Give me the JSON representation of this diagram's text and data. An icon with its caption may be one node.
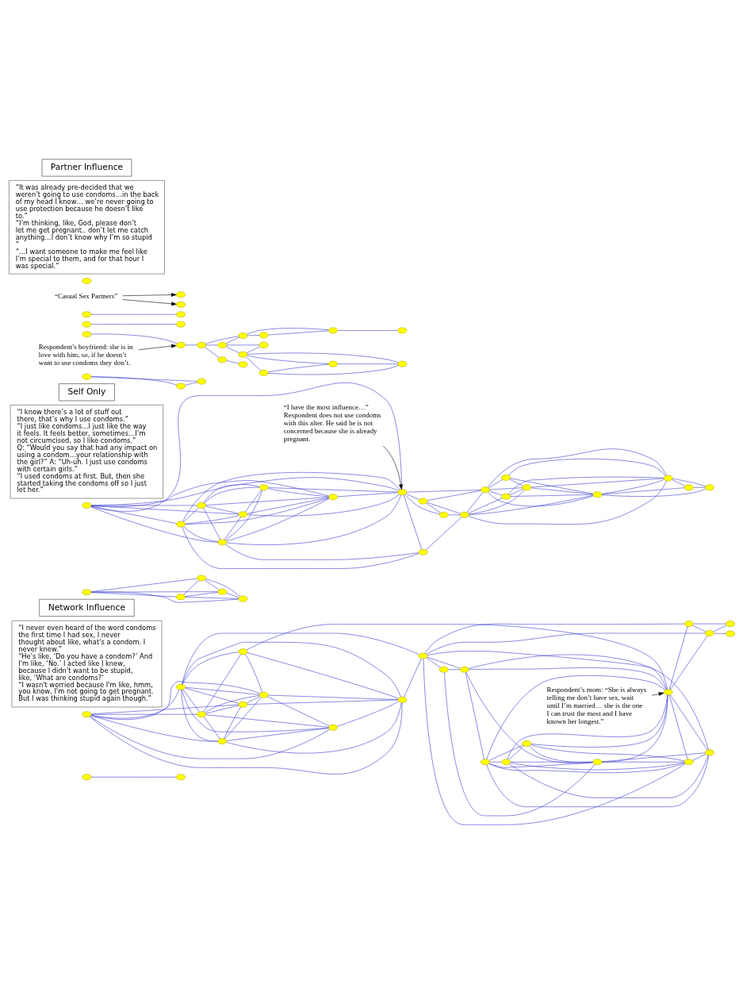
{
  "diagram": {
    "nodes": [
      {
        "text": [
          "Partner Influence"
        ]
      },
      {
        "text": [
          "“Casual Sex Partners”"
        ]
      },
      {
        "text": [
          "Respondent’s boyfriend: she is in love with him, so, if he doesn’t want to use condoms they don’t."
        ]
      },
      {
        "text": [
          "“It was already pre-decided that we weren’t going to use condoms…in the back of my head I know… we’re never going to use protection because he doesn’t like to.”",
          "“I’m thinking, like, God, please don’t let me get pregnant.. don’t let me catch anything…I don’t know why I’m so stupid ”",
          "“…I want someone to make me feel like I’m special to them, and for that hour I was special.”"
        ]
      },
      {
        "text": [],
        "shape": "ellipse"
      },
      {
        "text": [],
        "shape": "ellipse"
      },
      {
        "text": [],
        "shape": "ellipse"
      },
      {
        "text": [],
        "shape": "ellipse"
      },
      {
        "text": [],
        "shape": "ellipse"
      },
      {
        "text": [],
        "shape": "ellipse"
      },
      {
        "text": [],
        "shape": "ellipse"
      },
      {
        "text": [],
        "shape": "ellipse"
      },
      {
        "text": [],
        "shape": "ellipse"
      },
      {
        "text": [],
        "shape": "ellipse"
      },
      {
        "text": [],
        "shape": "ellipse"
      },
      {
        "text": [],
        "shape": "ellipse"
      },
      {
        "text": [],
        "shape": "ellipse"
      },
      {
        "text": [],
        "shape": "ellipse"
      },
      {
        "text": [],
        "shape": "ellipse"
      },
      {
        "text": [],
        "shape": "ellipse"
      },
      {
        "text": [],
        "shape": "ellipse"
      },
      {
        "text": [],
        "shape": "ellipse"
      },
      {
        "text": [],
        "shape": "ellipse"
      },
      {
        "text": [],
        "shape": "ellipse"
      },
      {
        "text": [],
        "shape": "ellipse"
      },
      {
        "text": [],
        "shape": "ellipse"
      },
      {
        "text": [],
        "shape": "ellipse"
      },
      {
        "text": [],
        "shape": "ellipse"
      },
      {
        "text": [],
        "shape": "ellipse"
      },
      {
        "text": [
          "Self Only"
        ]
      },
      {
        "text": [
          "“I have the most influence…” Respondent does not use condoms with this alter. He said he is not concerned because she is already pregnant."
        ]
      },
      {
        "text": [
          "“I know there’s a lot of stuff out there, that’s why I use condoms.”",
          "“I just like condoms…I just like the way it feels. It feels better, sometimes…I’m not circumcised, so I like condoms.”",
          "Q: “Would you say that had any impact on using a condom…your relationship with the girl?” A: “Uh-uh. I just use condoms with certain girls.”",
          "“I used condoms at first. But, then she started taking the condoms off so I just let her.”"
        ]
      },
      {
        "text": [],
        "shape": "ellipse"
      },
      {
        "text": [],
        "shape": "ellipse"
      },
      {
        "text": [],
        "shape": "ellipse"
      },
      {
        "text": [],
        "shape": "ellipse"
      },
      {
        "text": [],
        "shape": "ellipse"
      },
      {
        "text": [],
        "shape": "ellipse"
      },
      {
        "text": [],
        "shape": "ellipse"
      },
      {
        "text": [],
        "shape": "ellipse"
      },
      {
        "text": [],
        "shape": "ellipse"
      },
      {
        "text": [],
        "shape": "ellipse"
      },
      {
        "text": [],
        "shape": "ellipse"
      },
      {
        "text": [],
        "shape": "ellipse"
      },
      {
        "text": [],
        "shape": "ellipse"
      },
      {
        "text": [],
        "shape": "ellipse"
      },
      {
        "text": [],
        "shape": "ellipse"
      },
      {
        "text": [],
        "shape": "ellipse"
      },
      {
        "text": [],
        "shape": "ellipse"
      },
      {
        "text": [],
        "shape": "ellipse"
      },
      {
        "text": [],
        "shape": "ellipse"
      },
      {
        "text": [],
        "shape": "ellipse"
      },
      {
        "text": [],
        "shape": "ellipse"
      },
      {
        "text": [],
        "shape": "ellipse"
      },
      {
        "text": [],
        "shape": "ellipse"
      },
      {
        "text": [],
        "shape": "ellipse"
      },
      {
        "text": [],
        "shape": "ellipse"
      },
      {
        "text": [
          "Network Influence"
        ]
      },
      {
        "text": [
          "Respondent’s mom: “She is always telling me don’t have sex, wait until I’m married… she is the one I can trust the most and I have known her longest.”"
        ]
      },
      {
        "text": [
          "“I never even heard of the word condoms the first time I had sex, I never thought about like, what's a condom. I never knew.”",
          "“He's like, ‘Do you have a condom?’ And I'm like, ‘No.’ I acted like I knew, because I didn't want to be stupid, like, ‘What are condoms?’",
          "“I wasn't worried because I'm like, hmm, you know, I'm not going to get pregnant. But I was thinking stupid again though.”"
        ]
      },
      {
        "text": [],
        "shape": "ellipse"
      },
      {
        "text": [],
        "shape": "ellipse"
      },
      {
        "text": [],
        "shape": "ellipse"
      },
      {
        "text": [],
        "shape": "ellipse"
      },
      {
        "text": [],
        "shape": "ellipse"
      },
      {
        "text": [],
        "shape": "ellipse"
      },
      {
        "text": [],
        "shape": "ellipse"
      },
      {
        "text": [],
        "shape": "ellipse"
      },
      {
        "text": [],
        "shape": "ellipse"
      },
      {
        "text": [],
        "shape": "ellipse"
      },
      {
        "text": [],
        "shape": "ellipse"
      },
      {
        "text": [],
        "shape": "ellipse"
      },
      {
        "text": [],
        "shape": "ellipse"
      },
      {
        "text": [],
        "shape": "ellipse"
      },
      {
        "text": [],
        "shape": "ellipse"
      },
      {
        "text": [],
        "shape": "ellipse"
      },
      {
        "text": [],
        "shape": "ellipse"
      },
      {
        "text": [],
        "shape": "ellipse"
      },
      {
        "text": [],
        "shape": "ellipse"
      },
      {
        "text": [],
        "shape": "ellipse"
      },
      {
        "text": [],
        "shape": "ellipse"
      },
      {
        "text": [],
        "shape": "ellipse"
      },
      {
        "text": [],
        "shape": "ellipse"
      },
      {
        "text": [],
        "shape": "ellipse"
      },
      {
        "text": [],
        "shape": "ellipse"
      }
    ],
    "edges": [
      {
        "from": 1,
        "to": 5,
        "arrow": "to",
        "color": "#000000"
      },
      {
        "from": 1,
        "to": 6,
        "arrow": "to",
        "color": "#000000"
      },
      {
        "from": 2,
        "to": 12,
        "arrow": "to",
        "color": "#000000"
      },
      {
        "from": 7,
        "to": 8,
        "arrow": "none"
      },
      {
        "from": 9,
        "to": 10,
        "arrow": "none"
      },
      {
        "from": 11,
        "to": 12,
        "arrow": "none"
      },
      {
        "from": 12,
        "to": 15,
        "arrow": "none"
      },
      {
        "from": 15,
        "to": 14,
        "arrow": "none"
      },
      {
        "from": 14,
        "to": 13,
        "arrow": "none"
      },
      {
        "from": 15,
        "to": 19,
        "arrow": "none"
      },
      {
        "from": 15,
        "to": 21,
        "arrow": "none"
      },
      {
        "from": 19,
        "to": 18,
        "arrow": "none"
      },
      {
        "from": 19,
        "to": 21,
        "arrow": "none"
      },
      {
        "from": 18,
        "to": 23,
        "arrow": "none"
      },
      {
        "from": 23,
        "to": 19,
        "arrow": "none"
      },
      {
        "from": 18,
        "to": 16,
        "arrow": "none"
      },
      {
        "from": 18,
        "to": 17,
        "arrow": "none"
      },
      {
        "from": 18,
        "to": 20,
        "arrow": "none"
      },
      {
        "from": 16,
        "to": 17,
        "arrow": "none"
      },
      {
        "from": 16,
        "to": 20,
        "arrow": "none"
      },
      {
        "from": 17,
        "to": 20,
        "arrow": "none"
      },
      {
        "from": 21,
        "to": 22,
        "arrow": "none"
      },
      {
        "from": 21,
        "to": 24,
        "arrow": "none"
      },
      {
        "from": 22,
        "to": 24,
        "arrow": "none"
      },
      {
        "from": 24,
        "to": 25,
        "arrow": "none"
      },
      {
        "from": 26,
        "to": 27,
        "arrow": "none"
      },
      {
        "from": 26,
        "to": 28,
        "arrow": "none"
      },
      {
        "from": 27,
        "to": 28,
        "arrow": "none"
      },
      {
        "from": 30,
        "to": 39,
        "arrow": "to",
        "color": "#000000"
      },
      {
        "from": 32,
        "to": 33,
        "arrow": "none"
      },
      {
        "from": 32,
        "to": 34,
        "arrow": "none"
      },
      {
        "from": 32,
        "to": 35,
        "arrow": "none"
      },
      {
        "from": 32,
        "to": 36,
        "arrow": "none"
      },
      {
        "from": 32,
        "to": 37,
        "arrow": "none"
      },
      {
        "from": 32,
        "to": 38,
        "arrow": "none"
      },
      {
        "from": 32,
        "to": 39,
        "arrow": "none"
      },
      {
        "from": 33,
        "to": 34,
        "arrow": "none"
      },
      {
        "from": 33,
        "to": 35,
        "arrow": "none"
      },
      {
        "from": 33,
        "to": 36,
        "arrow": "none"
      },
      {
        "from": 33,
        "to": 38,
        "arrow": "none"
      },
      {
        "from": 33,
        "to": 39,
        "arrow": "none"
      },
      {
        "from": 34,
        "to": 35,
        "arrow": "none"
      },
      {
        "from": 34,
        "to": 36,
        "arrow": "none"
      },
      {
        "from": 34,
        "to": 37,
        "arrow": "none"
      },
      {
        "from": 34,
        "to": 38,
        "arrow": "none"
      },
      {
        "from": 34,
        "to": 39,
        "arrow": "none"
      },
      {
        "from": 35,
        "to": 36,
        "arrow": "none"
      },
      {
        "from": 35,
        "to": 37,
        "arrow": "none"
      },
      {
        "from": 35,
        "to": 38,
        "arrow": "none"
      },
      {
        "from": 35,
        "to": 39,
        "arrow": "none"
      },
      {
        "from": 36,
        "to": 37,
        "arrow": "none"
      },
      {
        "from": 36,
        "to": 38,
        "arrow": "none"
      },
      {
        "from": 36,
        "to": 39,
        "arrow": "none"
      },
      {
        "from": 37,
        "to": 38,
        "arrow": "none"
      },
      {
        "from": 37,
        "to": 39,
        "arrow": "none"
      },
      {
        "from": 38,
        "to": 39,
        "arrow": "none"
      },
      {
        "from": 33,
        "to": 40,
        "arrow": "none"
      },
      {
        "from": 35,
        "to": 40,
        "arrow": "none"
      },
      {
        "from": 39,
        "to": 40,
        "arrow": "none"
      },
      {
        "from": 39,
        "to": 41,
        "arrow": "none"
      },
      {
        "from": 39,
        "to": 42,
        "arrow": "none"
      },
      {
        "from": 39,
        "to": 44,
        "arrow": "none"
      },
      {
        "from": 40,
        "to": 43,
        "arrow": "none"
      },
      {
        "from": 42,
        "to": 41,
        "arrow": "none"
      },
      {
        "from": 42,
        "to": 43,
        "arrow": "none"
      },
      {
        "from": 41,
        "to": 43,
        "arrow": "none"
      },
      {
        "from": 42,
        "to": 44,
        "arrow": "none"
      },
      {
        "from": 43,
        "to": 44,
        "arrow": "none"
      },
      {
        "from": 43,
        "to": 45,
        "arrow": "none"
      },
      {
        "from": 43,
        "to": 47,
        "arrow": "none"
      },
      {
        "from": 43,
        "to": 48,
        "arrow": "none"
      },
      {
        "from": 43,
        "to": 49,
        "arrow": "none"
      },
      {
        "from": 44,
        "to": 45,
        "arrow": "none"
      },
      {
        "from": 44,
        "to": 46,
        "arrow": "none"
      },
      {
        "from": 44,
        "to": 47,
        "arrow": "none"
      },
      {
        "from": 44,
        "to": 48,
        "arrow": "none"
      },
      {
        "from": 44,
        "to": 49,
        "arrow": "none"
      },
      {
        "from": 45,
        "to": 47,
        "arrow": "none"
      },
      {
        "from": 45,
        "to": 48,
        "arrow": "none"
      },
      {
        "from": 46,
        "to": 47,
        "arrow": "none"
      },
      {
        "from": 46,
        "to": 48,
        "arrow": "none"
      },
      {
        "from": 46,
        "to": 49,
        "arrow": "none"
      },
      {
        "from": 45,
        "to": 49,
        "arrow": "none"
      },
      {
        "from": 47,
        "to": 48,
        "arrow": "none"
      },
      {
        "from": 47,
        "to": 49,
        "arrow": "none"
      },
      {
        "from": 48,
        "to": 49,
        "arrow": "none"
      },
      {
        "from": 48,
        "to": 50,
        "arrow": "none"
      },
      {
        "from": 48,
        "to": 51,
        "arrow": "none"
      },
      {
        "from": 49,
        "to": 50,
        "arrow": "none"
      },
      {
        "from": 49,
        "to": 51,
        "arrow": "none"
      },
      {
        "from": 50,
        "to": 51,
        "arrow": "none"
      },
      {
        "from": 52,
        "to": 53,
        "arrow": "none"
      },
      {
        "from": 52,
        "to": 54,
        "arrow": "none"
      },
      {
        "from": 52,
        "to": 55,
        "arrow": "none"
      },
      {
        "from": 52,
        "to": 56,
        "arrow": "none"
      },
      {
        "from": 53,
        "to": 54,
        "arrow": "none"
      },
      {
        "from": 53,
        "to": 55,
        "arrow": "none"
      },
      {
        "from": 53,
        "to": 56,
        "arrow": "none"
      },
      {
        "from": 54,
        "to": 55,
        "arrow": "none"
      },
      {
        "from": 54,
        "to": 56,
        "arrow": "none"
      },
      {
        "from": 55,
        "to": 56,
        "arrow": "none"
      },
      {
        "from": 58,
        "to": 75,
        "arrow": "to",
        "color": "#000000"
      },
      {
        "from": 60,
        "to": 61,
        "arrow": "none"
      },
      {
        "from": 60,
        "to": 62,
        "arrow": "none"
      },
      {
        "from": 60,
        "to": 63,
        "arrow": "none"
      },
      {
        "from": 60,
        "to": 65,
        "arrow": "none"
      },
      {
        "from": 60,
        "to": 66,
        "arrow": "none"
      },
      {
        "from": 60,
        "to": 67,
        "arrow": "none"
      },
      {
        "from": 60,
        "to": 68,
        "arrow": "none"
      },
      {
        "from": 61,
        "to": 62,
        "arrow": "none"
      },
      {
        "from": 61,
        "to": 63,
        "arrow": "none"
      },
      {
        "from": 61,
        "to": 64,
        "arrow": "none"
      },
      {
        "from": 61,
        "to": 65,
        "arrow": "none"
      },
      {
        "from": 61,
        "to": 66,
        "arrow": "none"
      },
      {
        "from": 61,
        "to": 67,
        "arrow": "none"
      },
      {
        "from": 61,
        "to": 68,
        "arrow": "none"
      },
      {
        "from": 62,
        "to": 63,
        "arrow": "none"
      },
      {
        "from": 62,
        "to": 64,
        "arrow": "none"
      },
      {
        "from": 62,
        "to": 65,
        "arrow": "none"
      },
      {
        "from": 62,
        "to": 66,
        "arrow": "none"
      },
      {
        "from": 62,
        "to": 68,
        "arrow": "none"
      },
      {
        "from": 63,
        "to": 65,
        "arrow": "none"
      },
      {
        "from": 63,
        "to": 66,
        "arrow": "none"
      },
      {
        "from": 63,
        "to": 67,
        "arrow": "none"
      },
      {
        "from": 63,
        "to": 68,
        "arrow": "none"
      },
      {
        "from": 64,
        "to": 67,
        "arrow": "none"
      },
      {
        "from": 65,
        "to": 67,
        "arrow": "none"
      },
      {
        "from": 66,
        "to": 67,
        "arrow": "none"
      },
      {
        "from": 68,
        "to": 67,
        "arrow": "none"
      },
      {
        "from": 65,
        "to": 66,
        "arrow": "none"
      },
      {
        "from": 66,
        "to": 68,
        "arrow": "none"
      },
      {
        "from": 64,
        "to": 66,
        "arrow": "none"
      },
      {
        "from": 61,
        "to": 78,
        "arrow": "none"
      },
      {
        "from": 64,
        "to": 75,
        "arrow": "none"
      },
      {
        "from": 67,
        "to": 78,
        "arrow": "none"
      },
      {
        "from": 78,
        "to": 69,
        "arrow": "none"
      },
      {
        "from": 69,
        "to": 70,
        "arrow": "none"
      },
      {
        "from": 69,
        "to": 74,
        "arrow": "none"
      },
      {
        "from": 78,
        "to": 75,
        "arrow": "none"
      },
      {
        "from": 78,
        "to": 70,
        "arrow": "none"
      },
      {
        "from": 78,
        "to": 76,
        "arrow": "none"
      },
      {
        "from": 78,
        "to": 79,
        "arrow": "none"
      },
      {
        "from": 78,
        "to": 80,
        "arrow": "none"
      },
      {
        "from": 75,
        "to": 79,
        "arrow": "none"
      },
      {
        "from": 75,
        "to": 80,
        "arrow": "none"
      },
      {
        "from": 79,
        "to": 80,
        "arrow": "none"
      },
      {
        "from": 79,
        "to": 81,
        "arrow": "none"
      },
      {
        "from": 80,
        "to": 81,
        "arrow": "none"
      },
      {
        "from": 80,
        "to": 82,
        "arrow": "none"
      },
      {
        "from": 70,
        "to": 71,
        "arrow": "none"
      },
      {
        "from": 70,
        "to": 74,
        "arrow": "none"
      },
      {
        "from": 70,
        "to": 75,
        "arrow": "none"
      },
      {
        "from": 70,
        "to": 77,
        "arrow": "none"
      },
      {
        "from": 71,
        "to": 72,
        "arrow": "none"
      },
      {
        "from": 71,
        "to": 73,
        "arrow": "none"
      },
      {
        "from": 71,
        "to": 76,
        "arrow": "none"
      },
      {
        "from": 71,
        "to": 74,
        "arrow": "none"
      },
      {
        "from": 71,
        "to": 75,
        "arrow": "none"
      },
      {
        "from": 72,
        "to": 73,
        "arrow": "none"
      },
      {
        "from": 72,
        "to": 74,
        "arrow": "none"
      },
      {
        "from": 72,
        "to": 75,
        "arrow": "none"
      },
      {
        "from": 72,
        "to": 76,
        "arrow": "none"
      },
      {
        "from": 73,
        "to": 76,
        "arrow": "none"
      },
      {
        "from": 73,
        "to": 74,
        "arrow": "none"
      },
      {
        "from": 73,
        "to": 75,
        "arrow": "none"
      },
      {
        "from": 74,
        "to": 75,
        "arrow": "none"
      },
      {
        "from": 74,
        "to": 76,
        "arrow": "none"
      },
      {
        "from": 74,
        "to": 77,
        "arrow": "none"
      },
      {
        "from": 75,
        "to": 77,
        "arrow": "none"
      },
      {
        "from": 75,
        "to": 76,
        "arrow": "none"
      },
      {
        "from": 76,
        "to": 77,
        "arrow": "none"
      },
      {
        "from": 71,
        "to": 77,
        "arrow": "none"
      },
      {
        "from": 72,
        "to": 77,
        "arrow": "none"
      },
      {
        "from": 83,
        "to": 84,
        "arrow": "none"
      }
    ]
  }
}
